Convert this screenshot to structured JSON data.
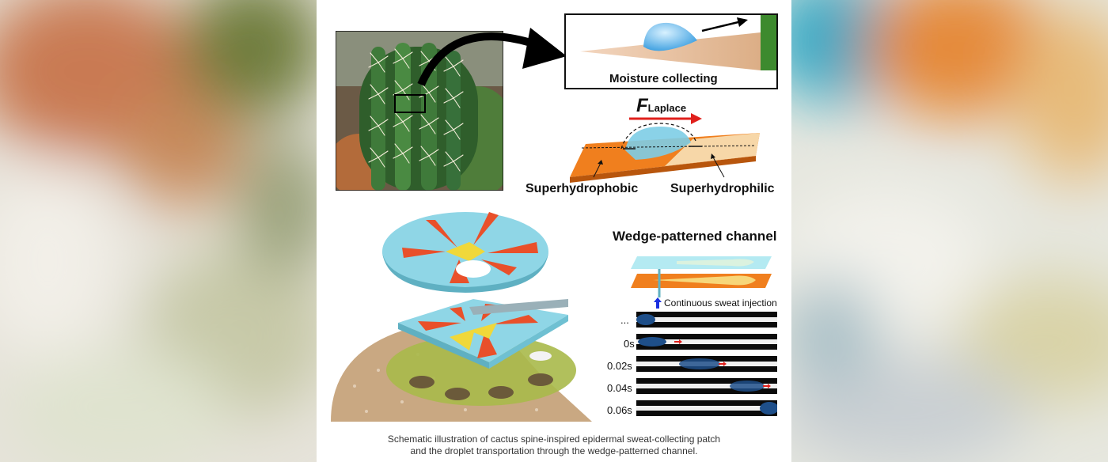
{
  "diagram": {
    "moisture_label": "Moisture collecting",
    "laplace_f": "F",
    "laplace_sub": "Laplace",
    "superhydrophobic": "Superhydrophobic",
    "superhydrophilic": "Superhydrophilic",
    "channel_title": "Wedge-patterned channel",
    "injection_label": "Continuous sweat injection",
    "frames": [
      {
        "label": "..."
      },
      {
        "label": "0s"
      },
      {
        "label": "0.02s"
      },
      {
        "label": "0.04s"
      },
      {
        "label": "0.06s"
      }
    ]
  },
  "caption": {
    "line1": "Schematic illustration of cactus spine-inspired epidermal sweat-collecting patch",
    "line2": "and the droplet transportation through the wedge-patterned channel."
  },
  "colors": {
    "orange": "#f07f1e",
    "cyan": "#8fd6e6",
    "cactus_green": "#3f7a3a",
    "laplace_arrow": "#e0201c"
  }
}
